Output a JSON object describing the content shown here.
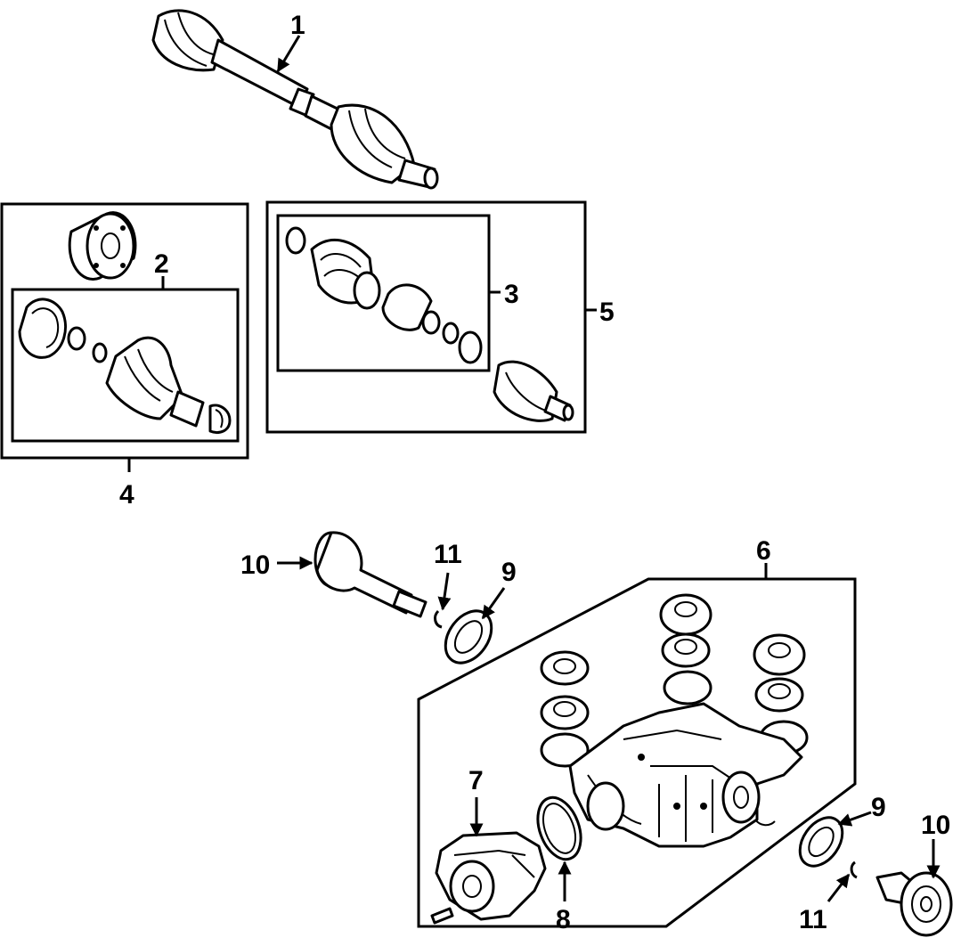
{
  "callouts": {
    "c1": "1",
    "c2": "2",
    "c3": "3",
    "c4": "4",
    "c5": "5",
    "c6": "6",
    "c7": "7",
    "c8": "8",
    "c9a": "9",
    "c9b": "9",
    "c10a": "10",
    "c10b": "10",
    "c11a": "11",
    "c11b": "11"
  },
  "colors": {
    "line": "#000000",
    "background": "#ffffff"
  }
}
